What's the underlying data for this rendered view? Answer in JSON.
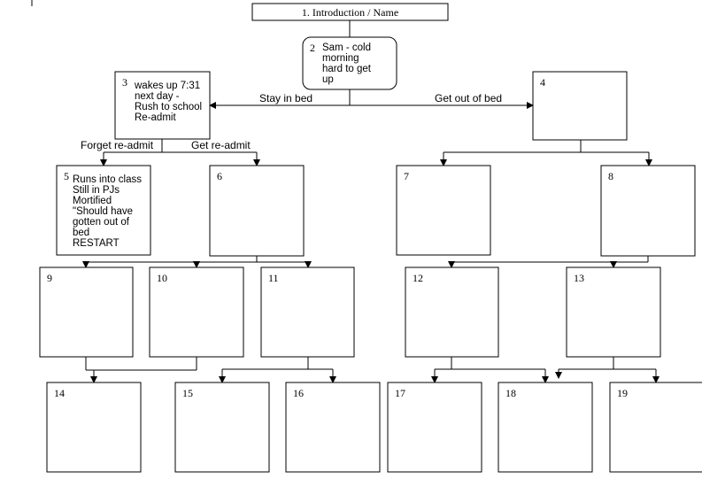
{
  "diagram": {
    "title_box": "1. Introduction / Name",
    "nodes": [
      {
        "id": "2",
        "num": "2",
        "lines": [
          "Sam - cold",
          "morning",
          "hard to get",
          "up"
        ]
      },
      {
        "id": "3",
        "num": "3",
        "lines": [
          "wakes up 7:31",
          "next day  -",
          "Rush to school",
          "Re-admit"
        ]
      },
      {
        "id": "4",
        "num": "4",
        "lines": []
      },
      {
        "id": "5",
        "num": "5",
        "lines": [
          "Runs into class",
          "Still in PJs",
          "Mortified",
          "\"Should have",
          "gotten out of",
          "bed",
          "RESTART"
        ]
      },
      {
        "id": "6",
        "num": "6",
        "lines": []
      },
      {
        "id": "7",
        "num": "7",
        "lines": []
      },
      {
        "id": "8",
        "num": "8",
        "lines": []
      },
      {
        "id": "9",
        "num": "9",
        "lines": []
      },
      {
        "id": "10",
        "num": "10",
        "lines": []
      },
      {
        "id": "11",
        "num": "11",
        "lines": []
      },
      {
        "id": "12",
        "num": "12",
        "lines": []
      },
      {
        "id": "13",
        "num": "13",
        "lines": []
      },
      {
        "id": "14",
        "num": "14",
        "lines": []
      },
      {
        "id": "15",
        "num": "15",
        "lines": []
      },
      {
        "id": "16",
        "num": "16",
        "lines": []
      },
      {
        "id": "17",
        "num": "17",
        "lines": []
      },
      {
        "id": "18",
        "num": "18",
        "lines": []
      },
      {
        "id": "19",
        "num": "19",
        "lines": []
      }
    ],
    "edge_labels": {
      "stay_in_bed": "Stay in bed",
      "get_out_of_bed": "Get out of bed",
      "forget_readmit": "Forget re-admit",
      "get_readmit": "Get re-admit"
    }
  }
}
